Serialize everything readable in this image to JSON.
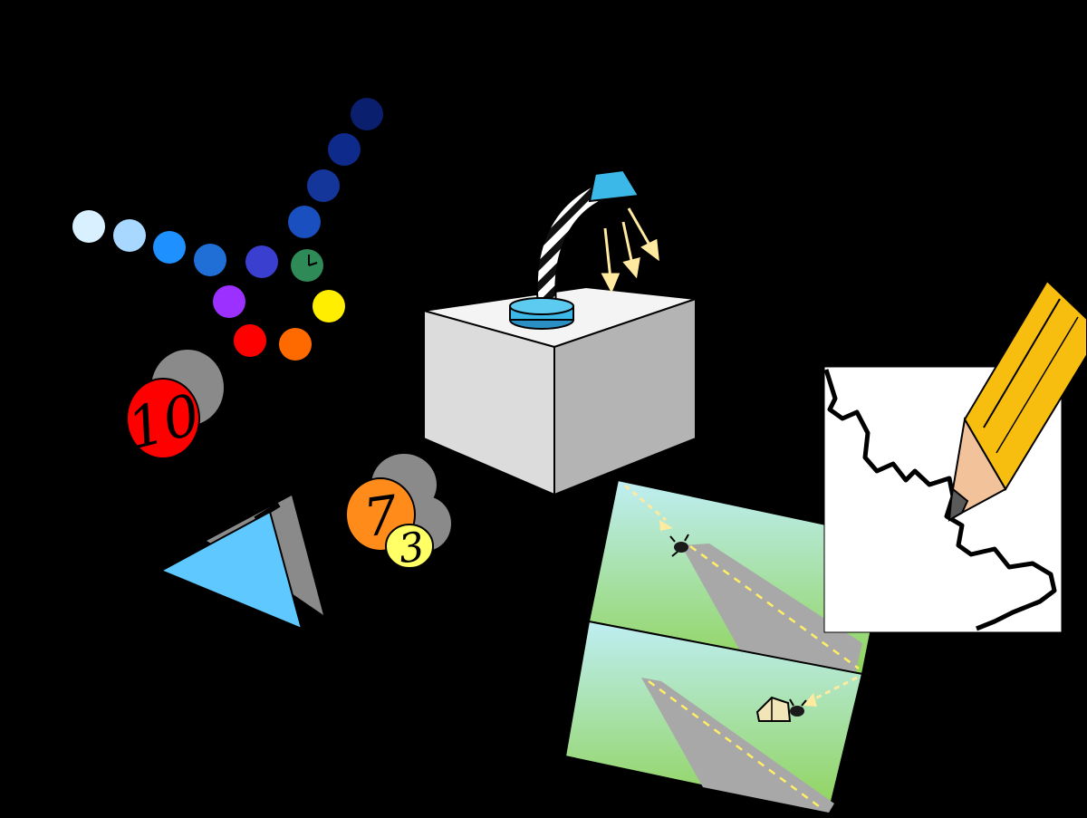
{
  "colors": {
    "background": "#000000",
    "sphere_sequence": [
      "#d8f0ff",
      "#a8d8ff",
      "#1e90ff",
      "#1f6fd6",
      "#3a3fcf",
      "#2e8b57",
      "#9b30ff",
      "#ff0000",
      "#ff6a00",
      "#ffee00",
      "#1a4fbf",
      "#14359a",
      "#0e2a8a",
      "#0a1f6e"
    ],
    "badge_red": "#ff0000",
    "badge_orange": "#ff8c1a",
    "badge_yellow": "#ffff66",
    "shadow_gray": "#888888",
    "triangle_blue": "#5ec8ff",
    "cube_top": "#f4f4f4",
    "cube_left": "#dcdcdc",
    "cube_right": "#b4b4b4",
    "lamp_blue": "#3bb8e8",
    "light_ray": "#ffeaa0",
    "sky": "#cdeff5",
    "grass": "#8ccf55",
    "road": "#a8a8a8",
    "road_line": "#ffee66",
    "pencil_body": "#f7bd0f",
    "pencil_wood": "#f2c29a"
  },
  "badges": [
    {
      "label": "10",
      "color": "red"
    },
    {
      "label": "7",
      "color": "orange"
    },
    {
      "label": "3",
      "color": "yellow"
    }
  ],
  "icons": [
    "colored-sphere-sequence-icon",
    "clock-sphere-icon",
    "number-badge-icon",
    "triangle-prism-icon",
    "cube-icon",
    "desk-lamp-icon",
    "road-scene-icon",
    "pencil-icon",
    "drawing-paper-icon"
  ]
}
